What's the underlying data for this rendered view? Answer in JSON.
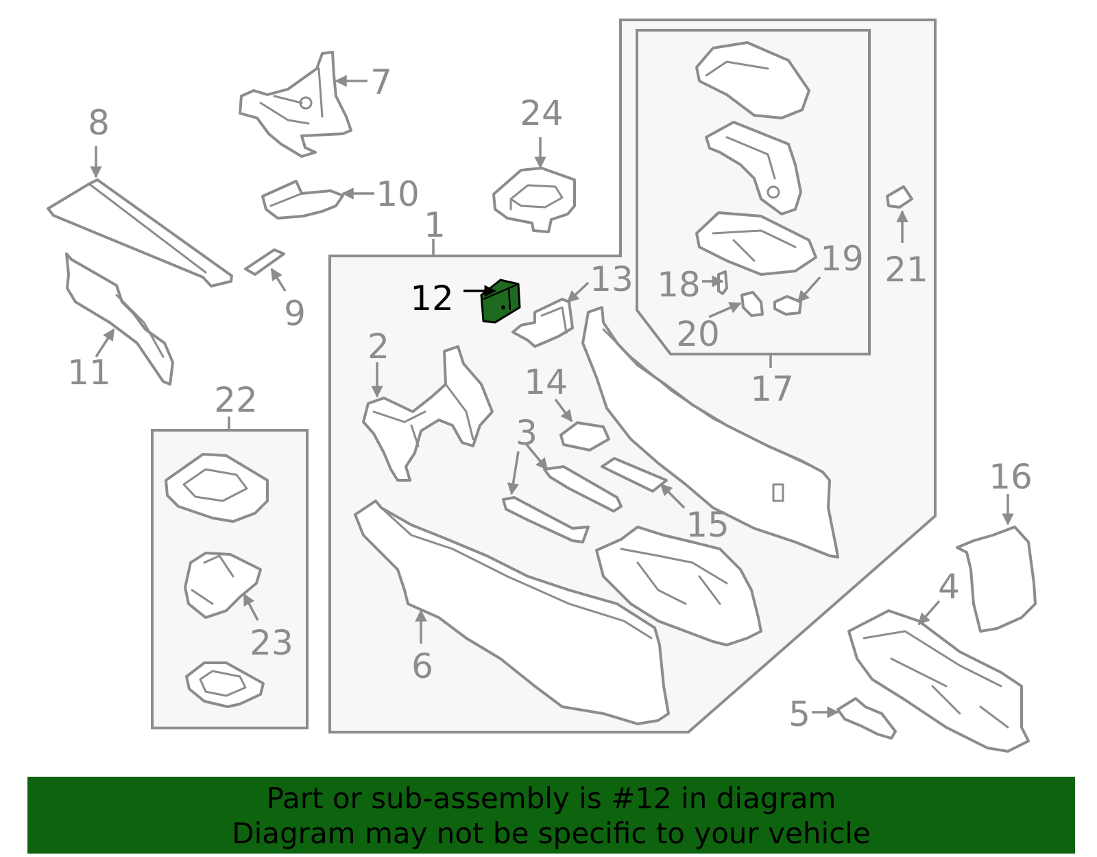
{
  "diagram": {
    "highlighted_part": "12",
    "callouts": [
      "1",
      "2",
      "3",
      "4",
      "5",
      "6",
      "7",
      "8",
      "9",
      "10",
      "11",
      "12",
      "13",
      "14",
      "15",
      "16",
      "17",
      "18",
      "19",
      "20",
      "21",
      "22",
      "23",
      "24"
    ]
  },
  "colors": {
    "banner_bg": "#0e640e",
    "highlight_part": "#1e6a1e",
    "line_gray": "#8c8c8c",
    "box_fill": "#f7f7f7"
  },
  "banner": {
    "line1": "Part or sub-assembly is #12 in diagram",
    "line2": "Diagram may not be specific to your vehicle"
  }
}
